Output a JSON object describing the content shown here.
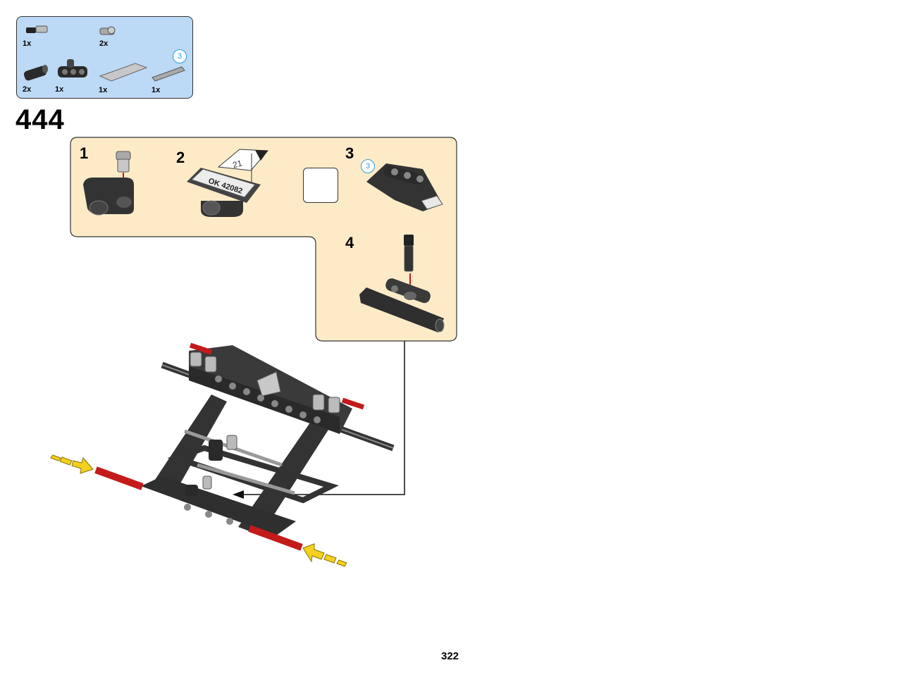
{
  "parts_list": {
    "items": [
      {
        "qty": "1x",
        "icon": "pin-with-bush-icon"
      },
      {
        "qty": "2x",
        "icon": "pin-connector-icon"
      },
      {
        "qty": "2x",
        "icon": "black-axle-connector-icon"
      },
      {
        "qty": "1x",
        "icon": "double-bent-connector-icon"
      },
      {
        "qty": "1x",
        "icon": "grey-tile-icon"
      },
      {
        "qty": "1x",
        "icon": "grey-axle-icon"
      }
    ],
    "callout_count": "3"
  },
  "step": {
    "number": "444",
    "substeps": [
      {
        "number": "1"
      },
      {
        "number": "2",
        "sticker_text": "OK 42082",
        "sticker_sheet_number": "21"
      },
      {
        "number": "3",
        "callout_count": "3"
      },
      {
        "number": "4"
      }
    ],
    "rotate_icon": "rotate-model-icon"
  },
  "page": {
    "number": "322"
  },
  "colors": {
    "parts_box": "#bcd9f5",
    "callout_box": "#fdebc8",
    "axle_red": "#c41a1a",
    "arrow_yellow": "#f4d020",
    "rotate_blue": "#2a9fd8"
  }
}
